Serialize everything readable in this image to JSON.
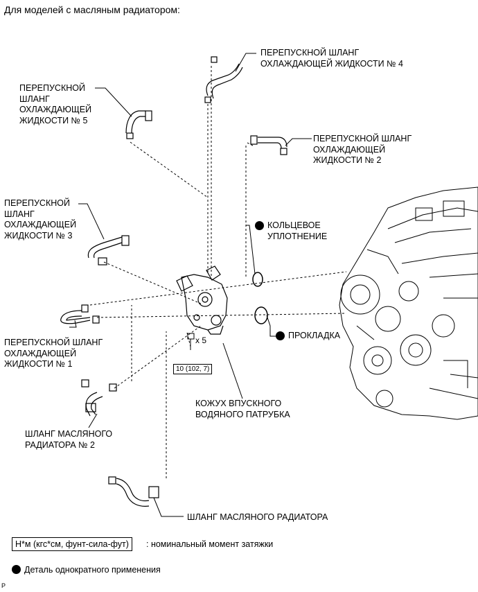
{
  "title": "Для моделей с масляным радиатором:",
  "labels": {
    "hose4": "ПЕРЕПУСКНОЙ ШЛАНГ\nОХЛАЖДАЮЩЕЙ ЖИДКОСТИ № 4",
    "hose5": "ПЕРЕПУСКНОЙ\nШЛАНГ\nОХЛАЖДАЮЩЕЙ\nЖИДКОСТИ № 5",
    "hose2": "ПЕРЕПУСКНОЙ ШЛАНГ\nОХЛАЖДАЮЩЕЙ\nЖИДКОСТИ № 2",
    "hose3": "ПЕРЕПУСКНОЙ\nШЛАНГ\nОХЛАЖДАЮЩЕЙ\nЖИДКОСТИ № 3",
    "oring": "КОЛЬЦЕВОЕ\nУПЛОТНЕНИЕ",
    "gasket": "ПРОКЛАДКА",
    "hose1": "ПЕРЕПУСКНОЙ ШЛАНГ\nОХЛАЖДАЮЩЕЙ\nЖИДКОСТИ № 1",
    "housing": "КОЖУХ ВПУСКНОГО\nВОДЯНОГО ПАТРУБКА",
    "oil_hose2": "ШЛАНГ МАСЛЯНОГО\nРАДИАТОРА № 2",
    "oil_hose": "ШЛАНГ МАСЛЯНОГО РАДИАТОРА"
  },
  "bolt_count": "x 5",
  "torque": "10 (102, 7)",
  "legend": {
    "torque_unit": "Н*м (кгс*см, фунт-сила-фут)",
    "torque_desc": ": номинальный момент затяжки",
    "nonreusable": "Деталь однократного применения"
  },
  "footer_code": "P"
}
